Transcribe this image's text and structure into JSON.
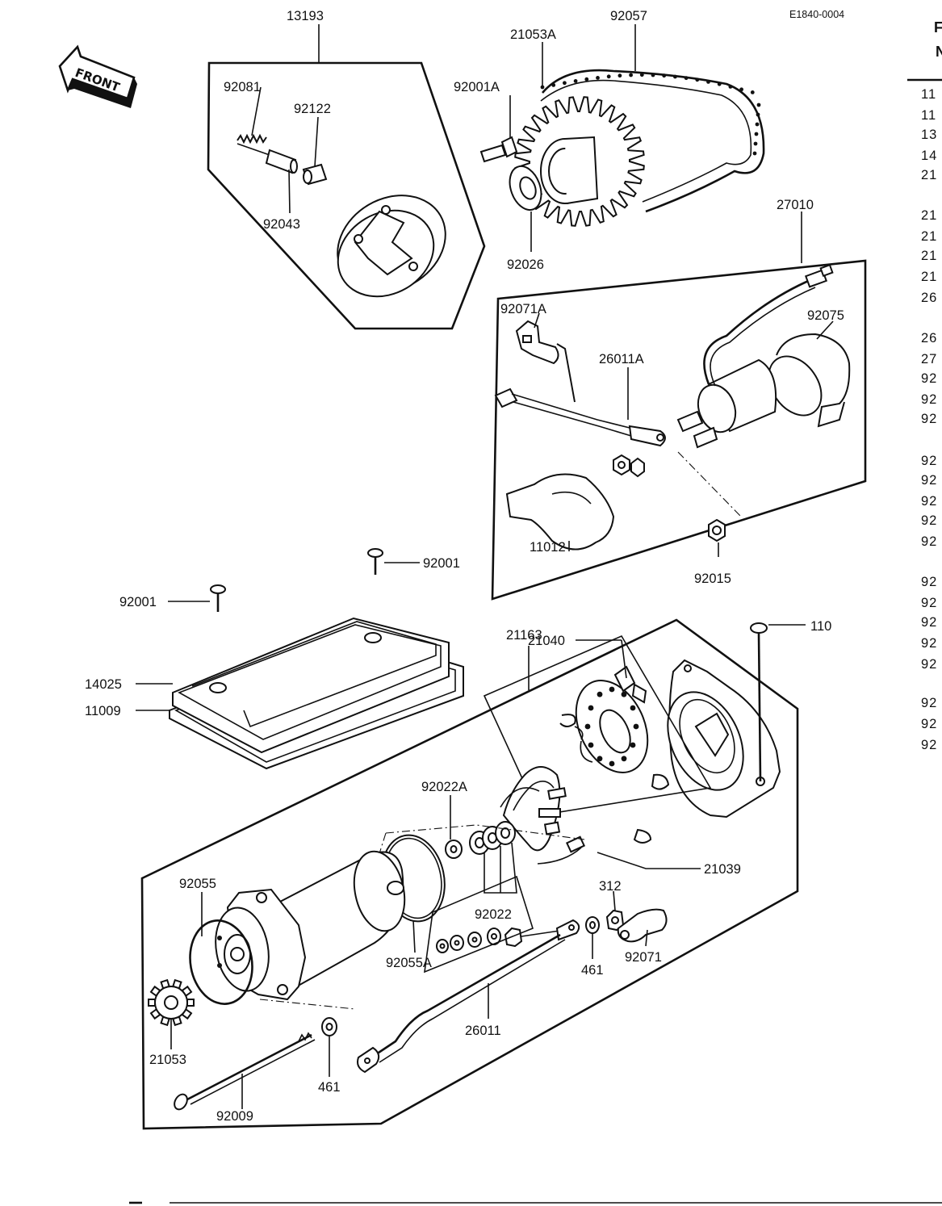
{
  "diagram": {
    "drawing_code": "E1840-0004",
    "front_label": "FRONT",
    "header_partial": [
      "F",
      "N"
    ],
    "part_labels": [
      {
        "id": "13193",
        "text": "13193"
      },
      {
        "id": "92081",
        "text": "92081"
      },
      {
        "id": "92122",
        "text": "92122"
      },
      {
        "id": "92043",
        "text": "92043"
      },
      {
        "id": "92057",
        "text": "92057"
      },
      {
        "id": "21053A",
        "text": "21053A"
      },
      {
        "id": "92001A",
        "text": "92001A"
      },
      {
        "id": "92026",
        "text": "92026"
      },
      {
        "id": "27010",
        "text": "27010"
      },
      {
        "id": "92071A",
        "text": "92071A"
      },
      {
        "id": "26011A",
        "text": "26011A"
      },
      {
        "id": "92075",
        "text": "92075"
      },
      {
        "id": "11012",
        "text": "11012"
      },
      {
        "id": "92015",
        "text": "92015"
      },
      {
        "id": "92001-upper",
        "text": "92001"
      },
      {
        "id": "92001-left",
        "text": "92001"
      },
      {
        "id": "21163",
        "text": "21163"
      },
      {
        "id": "110",
        "text": "110"
      },
      {
        "id": "14025",
        "text": "14025"
      },
      {
        "id": "11009",
        "text": "11009"
      },
      {
        "id": "21040",
        "text": "21040"
      },
      {
        "id": "92022A",
        "text": "92022A"
      },
      {
        "id": "21039",
        "text": "21039"
      },
      {
        "id": "92055",
        "text": "92055"
      },
      {
        "id": "312",
        "text": "312"
      },
      {
        "id": "92022",
        "text": "92022"
      },
      {
        "id": "461-right",
        "text": "461"
      },
      {
        "id": "92071",
        "text": "92071"
      },
      {
        "id": "92055A",
        "text": "92055A"
      },
      {
        "id": "26011",
        "text": "26011"
      },
      {
        "id": "21053",
        "text": "21053"
      },
      {
        "id": "461-left",
        "text": "461"
      },
      {
        "id": "92009",
        "text": "92009"
      }
    ],
    "parts_list_partial": [
      "11",
      "11",
      "13",
      "14",
      "21",
      "21",
      "21",
      "21",
      "21",
      "26",
      "26",
      "27",
      "92",
      "92",
      "92",
      "92",
      "92",
      "92",
      "92",
      "92",
      "92",
      "92",
      "92",
      "92",
      "92",
      "92",
      "92",
      "92"
    ]
  }
}
